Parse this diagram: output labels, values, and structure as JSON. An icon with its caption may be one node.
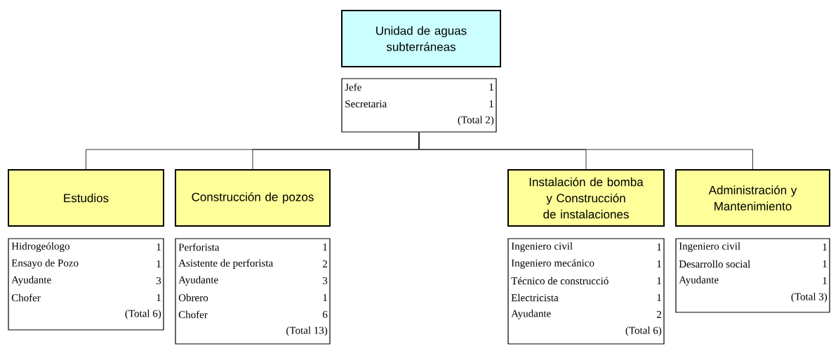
{
  "diagram": {
    "nodes": [
      {
        "text": [
          "Unidad de aguas subterráneas"
        ]
      },
      {
        "text": [
          "Jefe",
          "1",
          "Secretaria",
          "1",
          "(Total 2)"
        ]
      },
      {
        "text": [
          "Estudios"
        ]
      },
      {
        "text": [
          "Construcción de pozos"
        ]
      },
      {
        "text": [
          "Instalación de bomba y Construcción de instalaciones"
        ]
      },
      {
        "text": [
          "Administración y Mantenimiento"
        ]
      },
      {
        "text": [
          "Hidrogeólogo",
          "1",
          "Ensayo de Pozo",
          "1",
          "Ayudante",
          "3",
          "Chofer",
          "1",
          "(Total 6)"
        ]
      },
      {
        "text": [
          "Perforista",
          "1",
          "Asistente de perforista",
          "2",
          "Ayudante",
          "3",
          "Obrero",
          "1",
          "Chofer",
          "6",
          "(Total 13)"
        ]
      },
      {
        "text": [
          "Ingeniero civil",
          "1",
          "Ingeniero mecánico",
          "1",
          "Técnico de construcció",
          "1",
          "Electricista",
          "1",
          "Ayudante",
          "2",
          "(Total 6)"
        ]
      },
      {
        "text": [
          "Ingeniero civil",
          "1",
          "Desarrollo social",
          "1",
          "Ayudante",
          "1",
          "(Total 3)"
        ]
      }
    ],
    "edges": [
      {
        "from": 1,
        "to": 2,
        "arrow": "none"
      },
      {
        "from": 1,
        "to": 3,
        "arrow": "none"
      },
      {
        "from": 1,
        "to": 4,
        "arrow": "none"
      },
      {
        "from": 1,
        "to": 5,
        "arrow": "none"
      }
    ]
  }
}
